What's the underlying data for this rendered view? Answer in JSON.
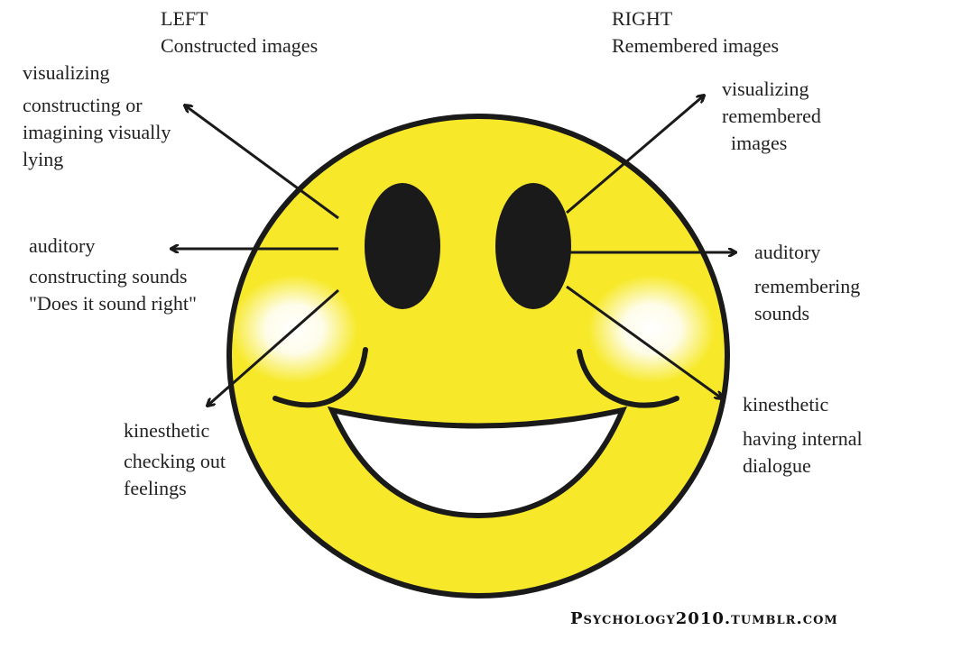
{
  "left_header": {
    "title": "LEFT",
    "subtitle": "Constructed images"
  },
  "right_header": {
    "title": "RIGHT",
    "subtitle": "Remembered images"
  },
  "labels": {
    "left_up": [
      "visualizing",
      "constructing or",
      "imagining visually",
      "lying"
    ],
    "left_side": [
      "auditory",
      "constructing sounds",
      "\"Does it sound right\""
    ],
    "left_down": [
      "kinesthetic",
      "checking out",
      "feelings"
    ],
    "right_up": [
      "visualizing",
      "remembered",
      "images"
    ],
    "right_side": [
      "auditory",
      "remembering",
      "sounds"
    ],
    "right_down": [
      "kinesthetic",
      "having internal",
      "dialogue"
    ]
  },
  "watermark": "Psychology2010.tumblr.com",
  "colors": {
    "face": "#f7e92a",
    "outline": "#1a1a1a",
    "eyes": "#1a1a1a"
  }
}
